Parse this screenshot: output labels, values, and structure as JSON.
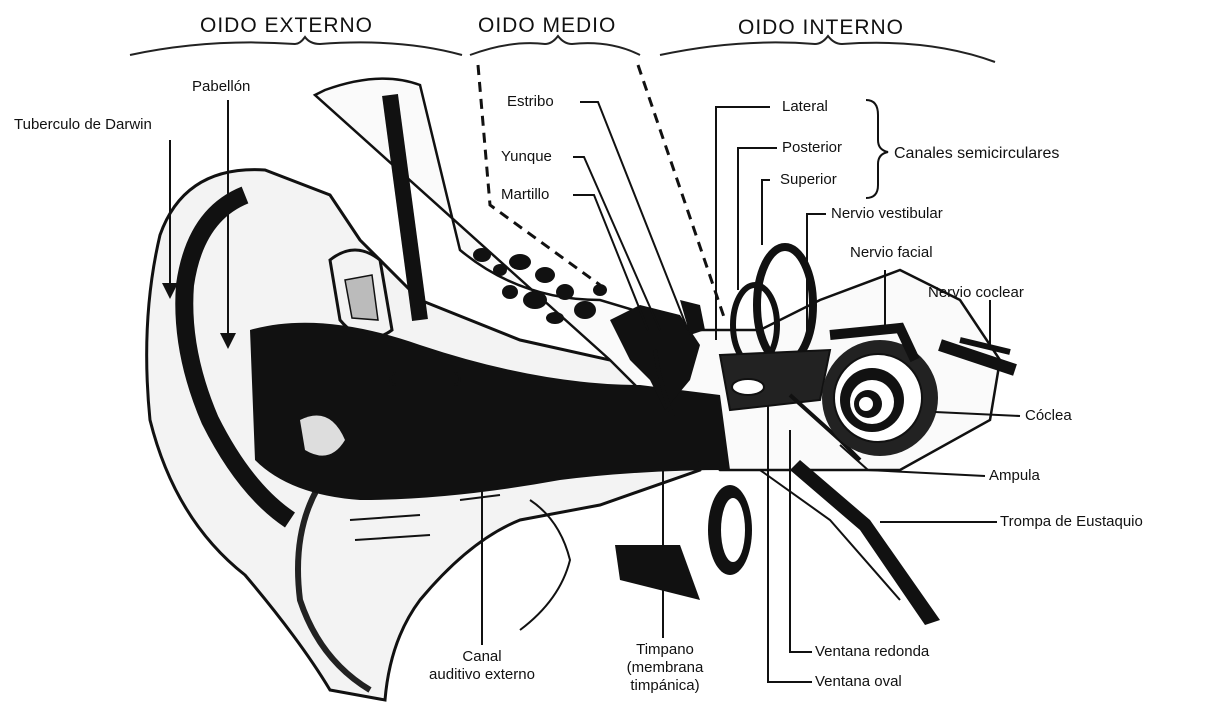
{
  "sections": {
    "external": "OIDO EXTERNO",
    "middle": "OIDO MEDIO",
    "inner": "OIDO INTERNO"
  },
  "labels": {
    "tuberculo": "Tuberculo de Darwin",
    "pabellon": "Pabellón",
    "estribo": "Estribo",
    "yunque": "Yunque",
    "martillo": "Martillo",
    "lateral": "Lateral",
    "posterior": "Posterior",
    "superior": "Superior",
    "canales": "Canales semicirculares",
    "nervio_vestibular": "Nervio vestibular",
    "nervio_facial": "Nervio facial",
    "nervio_coclear": "Nervio coclear",
    "coclea": "Cóclea",
    "ampula": "Ampula",
    "trompa": "Trompa de Eustaquio",
    "ventana_redonda": "Ventana redonda",
    "ventana_oval": "Ventana oval",
    "canal_line1": "Canal",
    "canal_line2": "auditivo externo",
    "timpano_line1": "Timpano",
    "timpano_line2": "(membrana",
    "timpano_line3": "timpánica)"
  }
}
